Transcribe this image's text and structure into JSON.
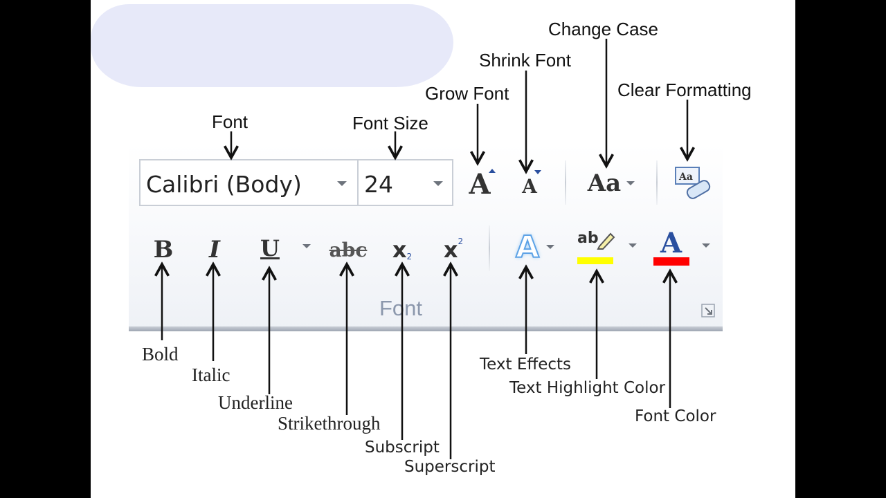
{
  "ribbon": {
    "font_value": "Calibri (Body)",
    "size_value": "24",
    "group_label": "Font"
  },
  "labels": {
    "font": "Font",
    "font_size": "Font Size",
    "grow_font": "Grow Font",
    "shrink_font": "Shrink Font",
    "change_case": "Change Case",
    "clear_formatting": "Clear Formatting",
    "bold": "Bold",
    "italic": "Italic",
    "underline": "Underline",
    "strikethrough": "Strikethrough",
    "subscript": "Subscript",
    "superscript": "Superscript",
    "text_effects": "Text Effects",
    "text_highlight_color": "Text Highlight Color",
    "font_color": "Font Color"
  },
  "glyphs": {
    "grow": "A",
    "shrink": "A",
    "case": "Aa",
    "bold": "B",
    "italic": "I",
    "underline": "U",
    "strike": "abc",
    "sub_x": "x",
    "sub_2": "2",
    "sup_x": "x",
    "sup_2": "2",
    "effects": "A",
    "highlight": "ab",
    "color": "A",
    "clear_box": "Aa"
  },
  "colors": {
    "highlight": "#ffff00",
    "font_color": "#ff0000",
    "accent": "#2a4f9f",
    "effects_glow": "#8fc4f2"
  }
}
